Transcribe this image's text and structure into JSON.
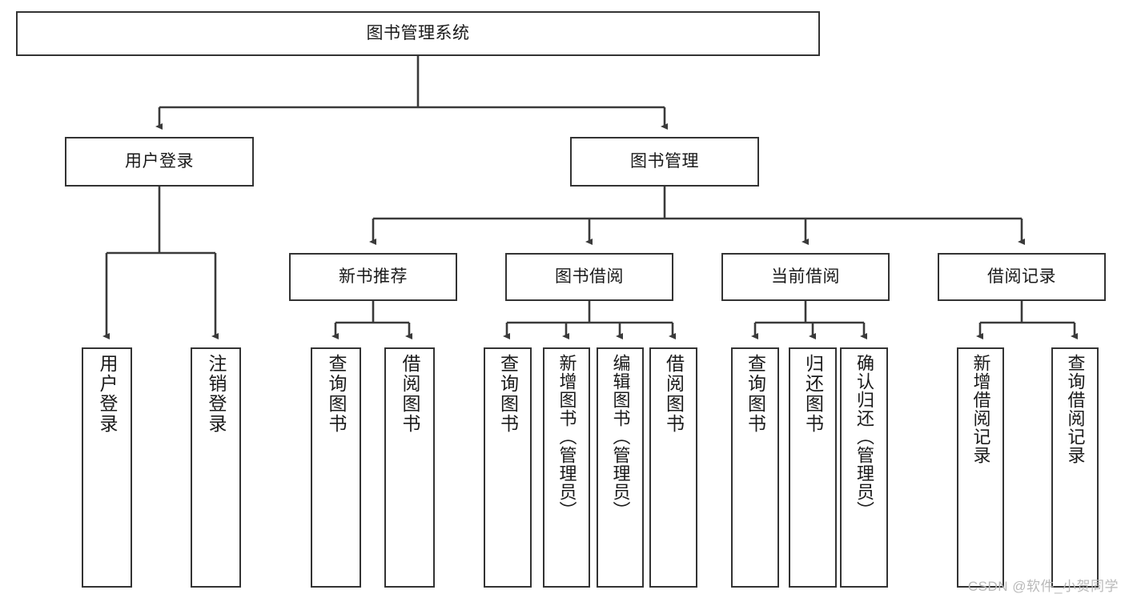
{
  "diagram": {
    "title": "图书管理系统",
    "type": "tree-hierarchy-diagram",
    "colors": {
      "box_border": "#333333",
      "box_fill": "#ffffff",
      "edge": "#3a3a3a",
      "text": "#1a1a1a",
      "watermark": "#b9b9b9"
    },
    "root": {
      "id": "root",
      "label": "图书管理系统"
    },
    "level2": [
      {
        "id": "user-login",
        "label": "用户登录"
      },
      {
        "id": "book-manage",
        "label": "图书管理"
      }
    ],
    "level3": [
      {
        "id": "new-book-recommend",
        "label": "新书推荐"
      },
      {
        "id": "book-borrow",
        "label": "图书借阅"
      },
      {
        "id": "current-borrow",
        "label": "当前借阅"
      },
      {
        "id": "borrow-record",
        "label": "借阅记录"
      }
    ],
    "leaves": {
      "user_login": [
        {
          "id": "leaf-user-login",
          "label": "用户登录"
        },
        {
          "id": "leaf-logout-login",
          "label": "注销登录"
        }
      ],
      "new_book_recommend": [
        {
          "id": "leaf-query-book-1",
          "label": "查询图书"
        },
        {
          "id": "leaf-borrow-book-1",
          "label": "借阅图书"
        }
      ],
      "book_borrow": [
        {
          "id": "leaf-query-book-2",
          "label": "查询图书"
        },
        {
          "id": "leaf-add-book",
          "label": "新增图书（管理员）"
        },
        {
          "id": "leaf-edit-book",
          "label": "编辑图书（管理员）"
        },
        {
          "id": "leaf-borrow-book-2",
          "label": "借阅图书"
        }
      ],
      "current_borrow": [
        {
          "id": "leaf-query-book-3",
          "label": "查询图书"
        },
        {
          "id": "leaf-return-book",
          "label": "归还图书"
        },
        {
          "id": "leaf-confirm-return",
          "label": "确认归还（管理员）"
        }
      ],
      "borrow_record": [
        {
          "id": "leaf-add-record",
          "label": "新增借阅记录"
        },
        {
          "id": "leaf-query-record",
          "label": "查询借阅记录"
        }
      ]
    }
  },
  "watermark": {
    "text": "CSDN @软件_小贺同学"
  }
}
